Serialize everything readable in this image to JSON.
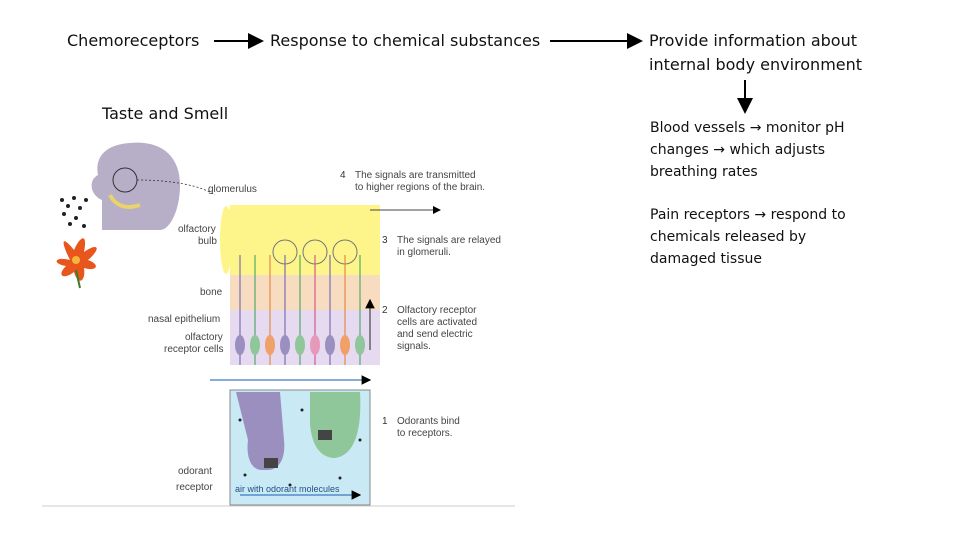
{
  "flow": {
    "term": "Chemoreceptors",
    "definition": "Response to chemical substances",
    "function_line1": "Provide information about",
    "function_line2": "internal body environment"
  },
  "subtitle": "Taste and Smell",
  "examples": {
    "blood_line1_a": "Blood vessels",
    "blood_line1_b": "monitor pH",
    "blood_line2_a": "changes",
    "blood_line2_b": "which adjusts",
    "blood_line3": "breathing rates",
    "pain_line1_a": "Pain receptors",
    "pain_line1_b": "respond to",
    "pain_line2": "chemicals released by",
    "pain_line3": "damaged tissue"
  },
  "figure": {
    "labels": {
      "glomerulus": "glomerulus",
      "olfactory_bulb_1": "olfactory",
      "olfactory_bulb_2": "bulb",
      "bone": "bone",
      "nasal_epithelium": "nasal epithelium",
      "receptor_cells_1": "olfactory",
      "receptor_cells_2": "receptor cells",
      "odorant_receptor_1": "odorant",
      "odorant_receptor_2": "receptor",
      "air": "air with odorant molecules"
    },
    "steps": [
      {
        "num": "4",
        "lines": [
          "The signals are transmitted",
          "to higher regions of the brain."
        ]
      },
      {
        "num": "3",
        "lines": [
          "The signals are relayed",
          "in glomeruli."
        ]
      },
      {
        "num": "2",
        "lines": [
          "Olfactory receptor",
          "cells are activated",
          "and send electric",
          "signals."
        ]
      },
      {
        "num": "1",
        "lines": [
          "Odorants bind",
          "to receptors."
        ]
      }
    ]
  },
  "colors": {
    "bulb": "#fdf58a",
    "bone": "#f8dcc0",
    "epithelium": "#e6daf0",
    "air": "#c9e9f4",
    "head": "#b7aec8",
    "cell_purple": "#9b8fc0",
    "cell_green": "#8fc79a",
    "flower": "#e8561e"
  }
}
